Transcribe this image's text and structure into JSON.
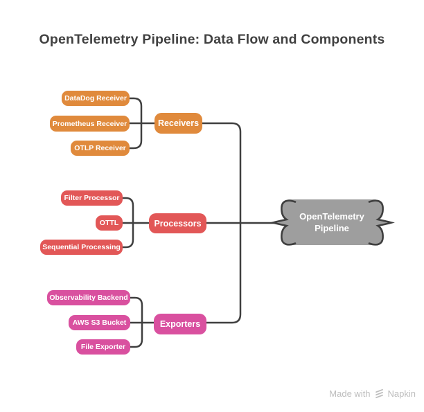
{
  "title": "OpenTelemetry Pipeline: Data Flow and Components",
  "pipeline_node": {
    "line1": "OpenTelemetry",
    "line2": "Pipeline"
  },
  "groups": [
    {
      "hub": "Receivers",
      "color": "#E08A3C",
      "items": [
        "DataDog Receiver",
        "Prometheus Receiver",
        "OTLP Receiver"
      ]
    },
    {
      "hub": "Processors",
      "color": "#E25757",
      "items": [
        "Filter Processor",
        "OTTL",
        "Sequential Processing"
      ]
    },
    {
      "hub": "Exporters",
      "color": "#D9509F",
      "items": [
        "Observability Backend",
        "AWS S3 Bucket",
        "File Exporter"
      ]
    }
  ],
  "colors": {
    "connector": "#3F3F3F",
    "pipeline_fill": "#9E9E9E",
    "title_text": "#414141",
    "node_text": "#FFFFFF",
    "footer_text": "#BDBDBD",
    "background": "#FFFFFF"
  },
  "footer": {
    "made_with": "Made with",
    "brand": "Napkin"
  }
}
